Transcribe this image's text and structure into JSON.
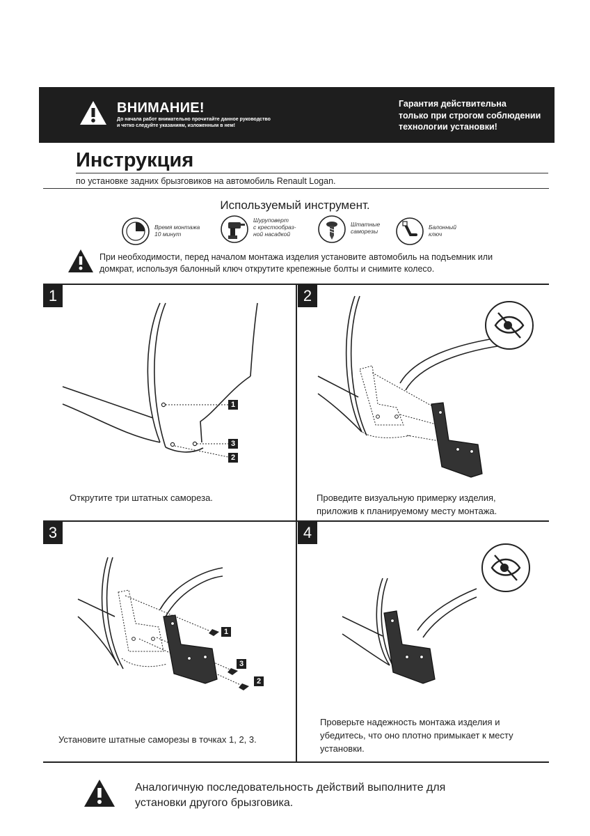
{
  "header": {
    "warning_title": "ВНИМАНИЕ!",
    "warning_sub_line1": "До начала работ внимательно прочитайте данное руководство",
    "warning_sub_line2": "и четко следуйте указаниям, изложенным в нем!",
    "warranty_line1": "Гарантия действительна",
    "warranty_line2": "только при строгом соблюдении",
    "warranty_line3": "технологии установки!"
  },
  "title": "Инструкция",
  "subtitle": "по установке задних брызговиков на автомобиль Renault Logan.",
  "tools": {
    "heading": "Используемый инструмент.",
    "items": [
      {
        "icon": "clock-icon",
        "line1": "Время монтажа",
        "line2": "10 минут"
      },
      {
        "icon": "screwdriver-drill-icon",
        "line1": "Шуруповерт",
        "line2": "с крестообраз-",
        "line3": "ной насадкой"
      },
      {
        "icon": "screw-icon",
        "line1": "Штатные",
        "line2": "саморезы"
      },
      {
        "icon": "lug-wrench-icon",
        "line1": "Балонный",
        "line2": "ключ"
      }
    ]
  },
  "prep_note": {
    "line1": "При необходимости, перед началом монтажа изделия установите автомобиль  на подъемник или",
    "line2": "домкрат,  используя балонный ключ открутите крепежные болты и снимите колесо."
  },
  "steps": [
    {
      "number": "1",
      "caption_line1": "Открутите три штатных самореза.",
      "caption_line2": "",
      "caption_line3": "",
      "callouts": [
        "1",
        "3",
        "2"
      ]
    },
    {
      "number": "2",
      "caption_line1": "Проведите визуальную примерку изделия,",
      "caption_line2": "приложив к планируемому месту монтажа.",
      "caption_line3": ""
    },
    {
      "number": "3",
      "caption_line1": "Установите штатные саморезы в точках 1, 2, 3.",
      "caption_line2": "",
      "caption_line3": "",
      "callouts": [
        "1",
        "3",
        "2"
      ]
    },
    {
      "number": "4",
      "caption_line1": "Проверьте надежность монтажа изделия и",
      "caption_line2": "убедитесь, что оно плотно примыкает к месту",
      "caption_line3": "установки."
    }
  ],
  "final_note": {
    "line1": "Аналогичную последовательность действий выполните для",
    "line2": "установки другого брызговика."
  }
}
